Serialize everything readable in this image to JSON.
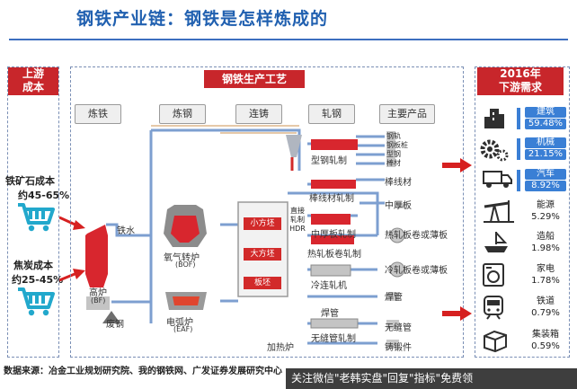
{
  "header": {
    "title": "钢铁产业链：钢铁是怎样炼成的"
  },
  "upstream": {
    "label_line1": "上游",
    "label_line2": "成本",
    "iron_ore": {
      "line1": "铁矿石成本",
      "line2": "约45-65%"
    },
    "coke": {
      "line1": "焦炭成本",
      "line2": "约25-45%"
    }
  },
  "process": {
    "label": "钢铁生产工艺",
    "stages": [
      "炼铁",
      "炼钢",
      "连铸",
      "轧钢",
      "主要产品"
    ],
    "blast_furnace": "高炉",
    "blast_furnace_abbr": "(BF)",
    "molten_iron": "铁水",
    "scrap": "废钢",
    "bof": "氧气转炉",
    "bof_abbr": "(BOF)",
    "eaf": "电弧炉",
    "eaf_abbr": "(EAF)",
    "billets": [
      "小方坯",
      "大方坯",
      "板坯"
    ],
    "rolling": [
      "型钢轧制",
      "棒线材轧制",
      "中厚板轧制",
      "热轧板卷轧制",
      "冷连轧机",
      "焊管",
      "无缝管轧制",
      "加热炉"
    ],
    "products": [
      "钢轨",
      "钢板桩",
      "型钢",
      "棒材",
      "棒线材",
      "中厚板",
      "热轧板卷或薄板",
      "冷轧板卷或薄板",
      "焊管",
      "无缝管",
      "铸锻件"
    ],
    "rolling_center_line1": "直接",
    "rolling_center_line2": "轧制",
    "rolling_center_line3": "HDR"
  },
  "downstream": {
    "label_line1": "2016年",
    "label_line2": "下游需求",
    "items": [
      {
        "name": "建筑",
        "pct": "59.48%",
        "icon": "building-icon",
        "highlight": true
      },
      {
        "name": "机械",
        "pct": "21.15%",
        "icon": "gears-icon",
        "highlight": true
      },
      {
        "name": "汽车",
        "pct": "8.92%",
        "icon": "truck-icon",
        "highlight": true
      },
      {
        "name": "能源",
        "pct": "5.29%",
        "icon": "pumpjack-icon",
        "highlight": false
      },
      {
        "name": "造船",
        "pct": "1.98%",
        "icon": "ship-icon",
        "highlight": false
      },
      {
        "name": "家电",
        "pct": "1.78%",
        "icon": "washer-icon",
        "highlight": false
      },
      {
        "name": "铁道",
        "pct": "0.79%",
        "icon": "train-icon",
        "highlight": false
      },
      {
        "name": "集装箱",
        "pct": "0.59%",
        "icon": "container-icon",
        "highlight": false
      }
    ]
  },
  "footer": {
    "source": "数据来源：冶金工业规划研究院、我的钢铁网、广发证券发展研究中心"
  },
  "watermark": {
    "text": "关注微信\"老韩实盘\"回复\"指标\"免费领"
  },
  "colors": {
    "title": "#2060b0",
    "accent_red": "#c8262b",
    "bar_blue": "#3a7fd5",
    "pipe_blue": "#7d9fd0"
  }
}
